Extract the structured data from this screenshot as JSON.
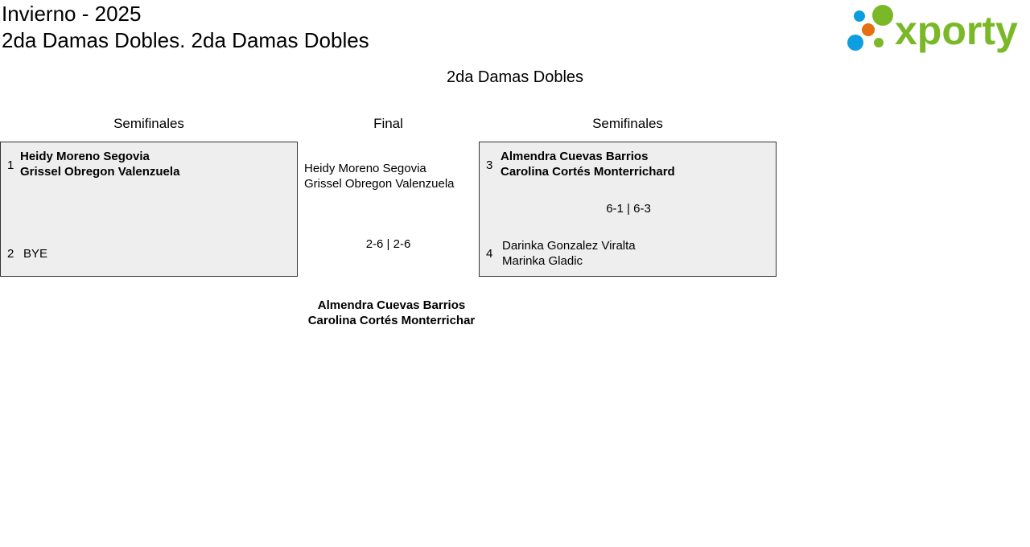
{
  "header": {
    "line1": "Invierno - 2025",
    "line2": "2da Damas Dobles. 2da Damas Dobles",
    "logo_text": "xporty"
  },
  "draw_title": "2da Damas Dobles",
  "rounds": {
    "left": "Semifinales",
    "final": "Final",
    "right": "Semifinales"
  },
  "match_left": {
    "seed_a": "1",
    "team_a": [
      "Heidy Moreno Segovia",
      "Grissel Obregon Valenzuela"
    ],
    "seed_b": "2",
    "team_b": [
      "BYE"
    ]
  },
  "match_right": {
    "seed_a": "3",
    "team_a": [
      "Almendra Cuevas Barrios",
      "Carolina Cortés Monterrichard"
    ],
    "score": "6-1 | 6-3",
    "seed_b": "4",
    "team_b": [
      "Darinka Gonzalez Viralta",
      "Marinka Gladic"
    ]
  },
  "final": {
    "team_a": [
      "Heidy Moreno Segovia",
      "Grissel Obregon Valenzuela"
    ],
    "score": "2-6 | 2-6",
    "winner": [
      "Almendra Cuevas Barrios",
      "Carolina Cortés Monterrichar"
    ]
  },
  "colors": {
    "green": "#7ab828",
    "blue": "#0d9ee0",
    "orange": "#e5700f",
    "box": "#eeeeee"
  }
}
